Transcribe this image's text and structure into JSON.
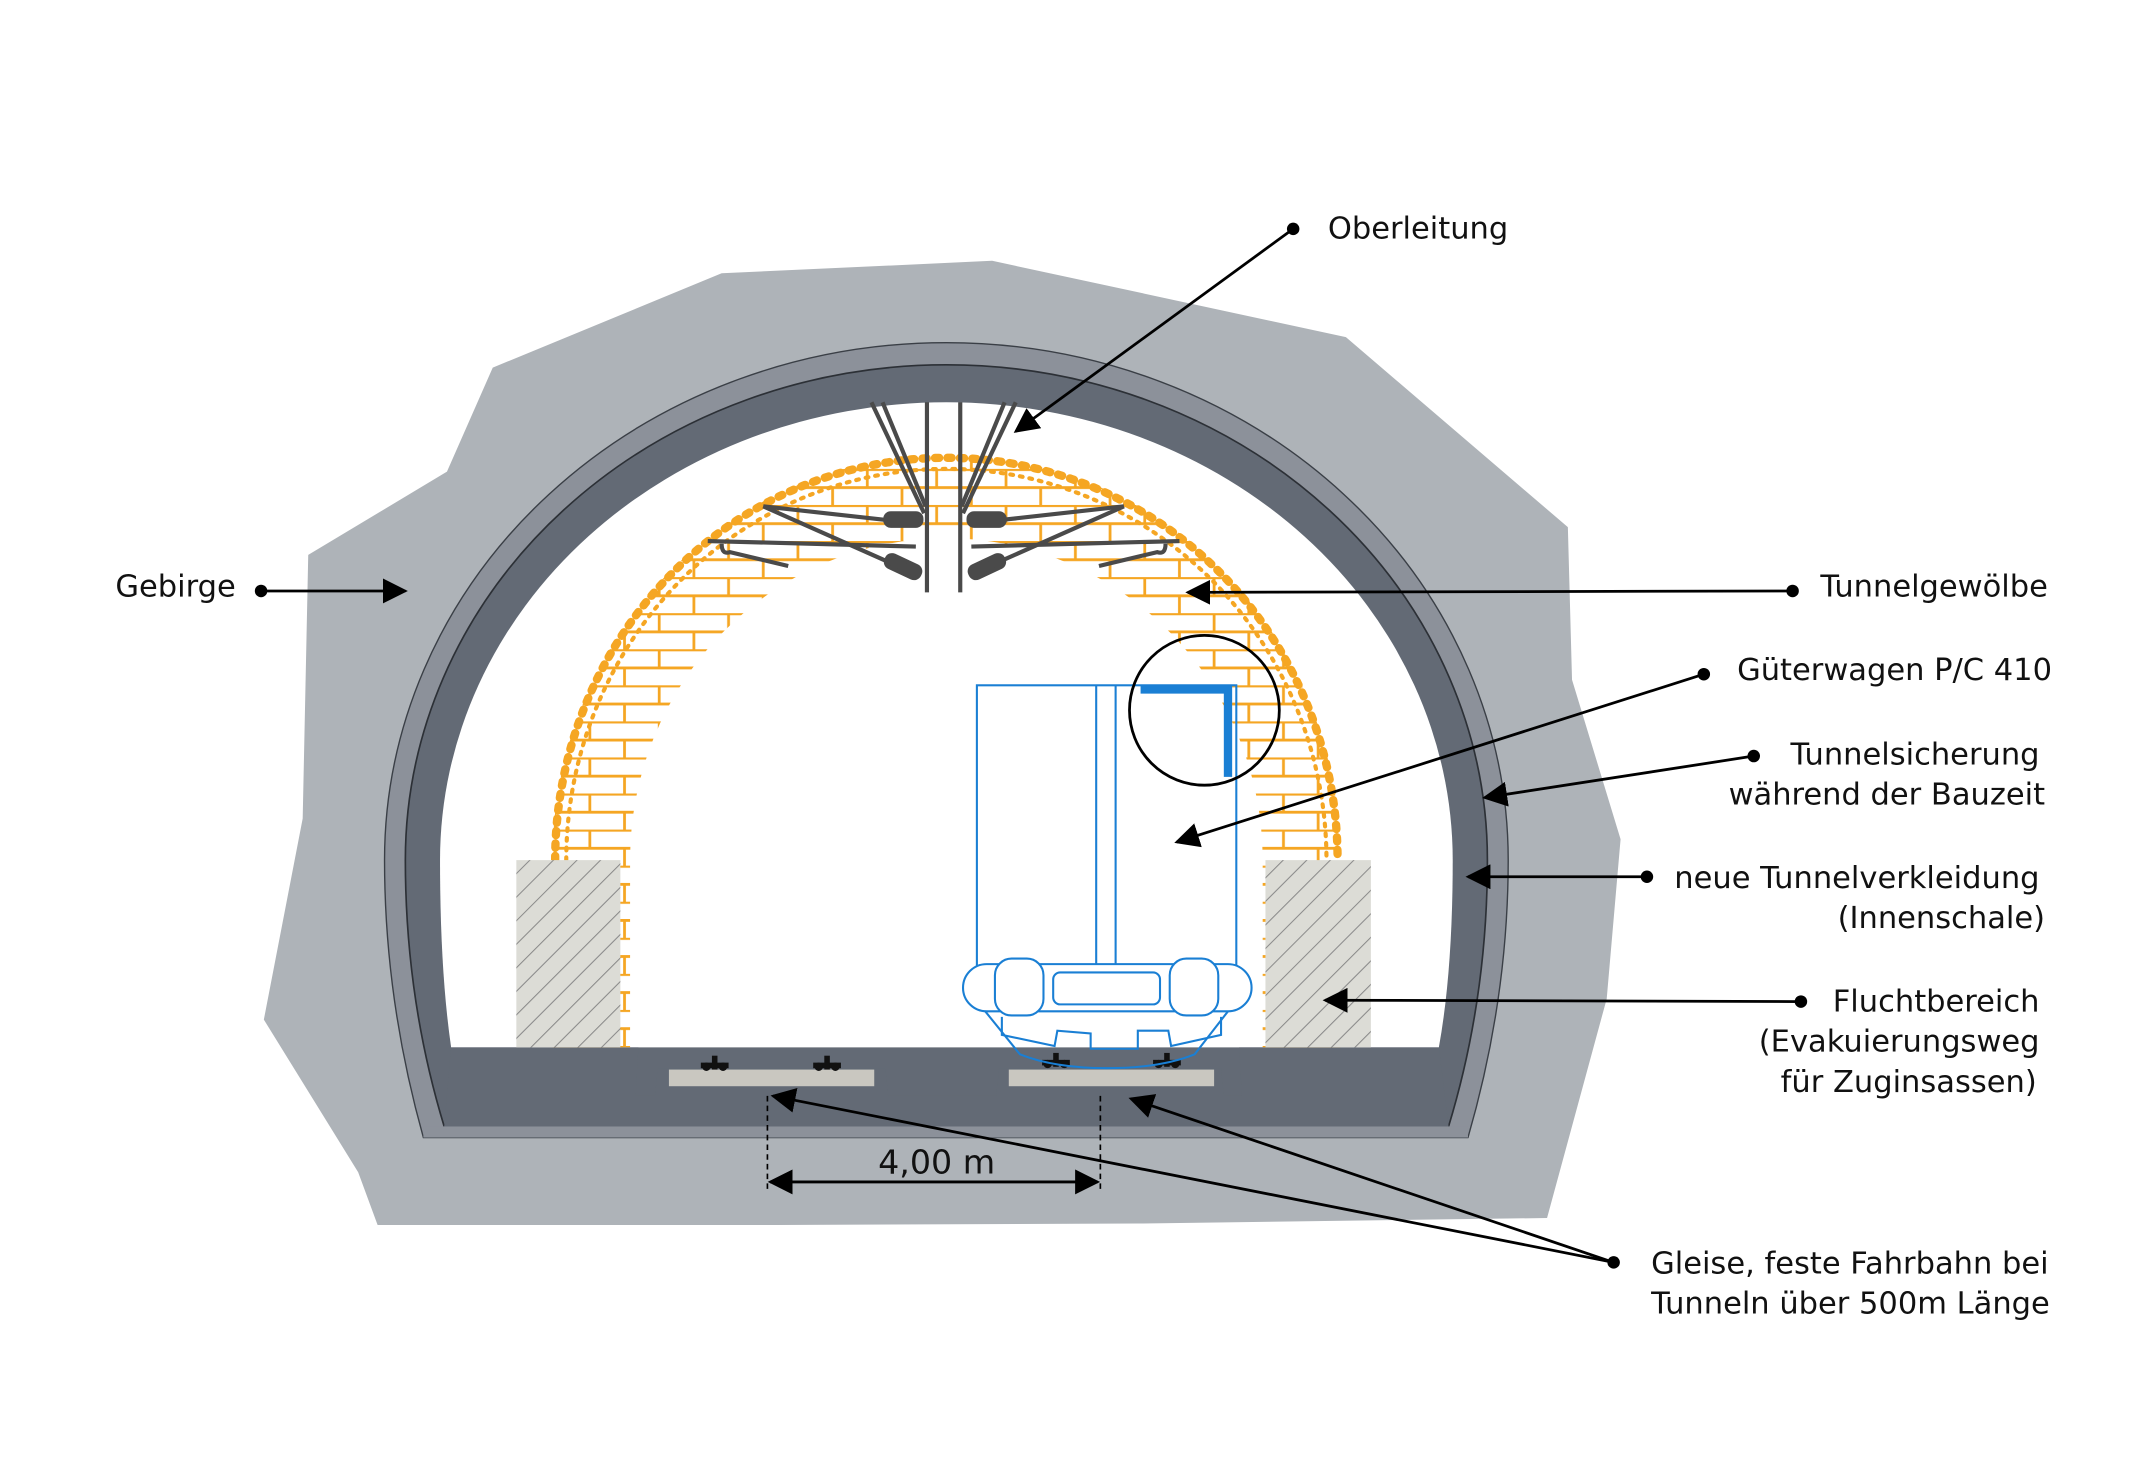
{
  "labels": {
    "oberleitung": "Oberleitung",
    "gebirge": "Gebirge",
    "tunnelgewoelbe": "Tunnelgewölbe",
    "gueterwagen": "Güterwagen P/C 410",
    "tunnelsicherung": [
      "Tunnelsicherung",
      "während der Bauzeit"
    ],
    "tunnelverkleidung": [
      "neue Tunnelverkleidung",
      "(Innenschale)"
    ],
    "fluchtbereich": [
      "Fluchtbereich",
      "(Evakuierungsweg",
      "für Zuginsassen)"
    ],
    "gleise": [
      "Gleise, feste Fahrbahn bei",
      "Tunneln über 500m Länge"
    ]
  },
  "dimension": {
    "track_spacing": "4,00 m"
  },
  "colors": {
    "rock": "#aeb3b8",
    "lining_outer": "#8c919a",
    "lining_inner": "#636a75",
    "masonry": "#f5a623",
    "wagon": "#1a7fd4",
    "escape_area": "#dcdcd6",
    "slab": "#c9c7c0"
  }
}
